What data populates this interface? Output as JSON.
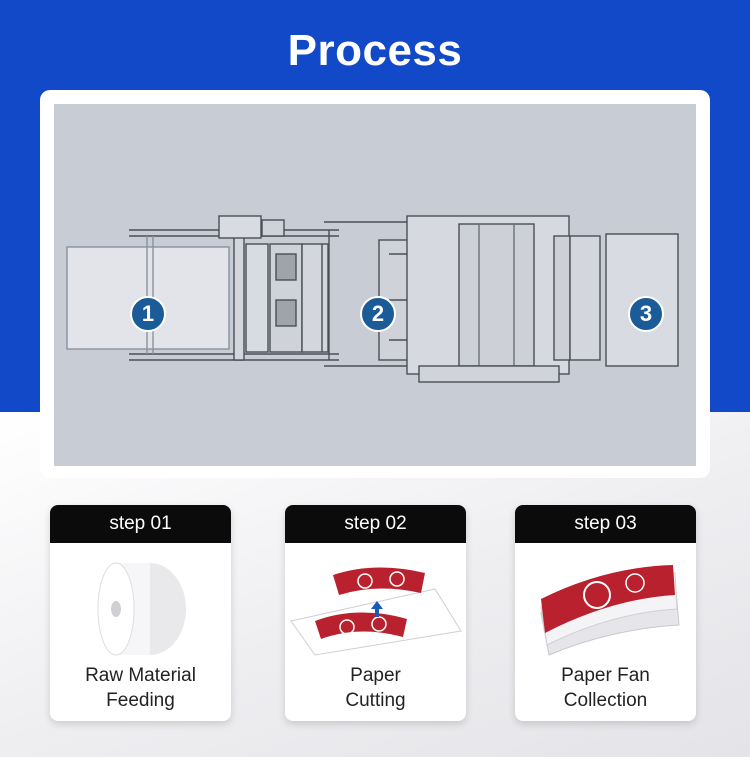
{
  "title": "Process",
  "steps_diagram": {
    "badges": [
      "1",
      "2",
      "3"
    ]
  },
  "steps": [
    {
      "header": "step 01",
      "label_line1": "Raw Material",
      "label_line2": "Feeding",
      "icon": "paper-roll-icon"
    },
    {
      "header": "step 02",
      "label_line1": "Paper",
      "label_line2": "Cutting",
      "icon": "cut-paper-fan-icon"
    },
    {
      "header": "step 03",
      "label_line1": "Paper Fan",
      "label_line2": "Collection",
      "icon": "stacked-paper-fans-icon"
    }
  ],
  "colors": {
    "top_background": "#1249c8",
    "badge": "#1a5b98",
    "card_header": "#0b0b0b",
    "cup_red": "#b8212d"
  }
}
